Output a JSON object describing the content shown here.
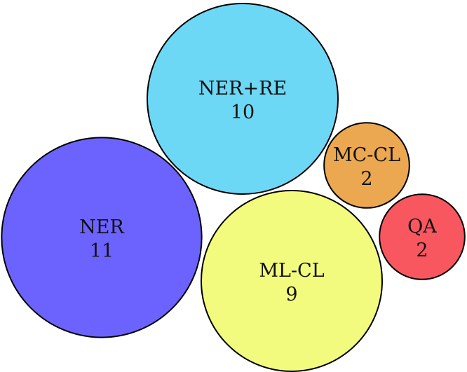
{
  "chart_data": {
    "type": "bubble",
    "title": "",
    "legend": "none",
    "grid": false,
    "series": [
      {
        "categories": [
          "NER+RE",
          "MC-CL",
          "NER",
          "QA",
          "ML-CL"
        ],
        "values": [
          10,
          2,
          11,
          2,
          9
        ],
        "colors": [
          "#6dd8f5",
          "#eba850",
          "#6c63fe",
          "#f95760",
          "#f2fb7d"
        ]
      }
    ]
  }
}
